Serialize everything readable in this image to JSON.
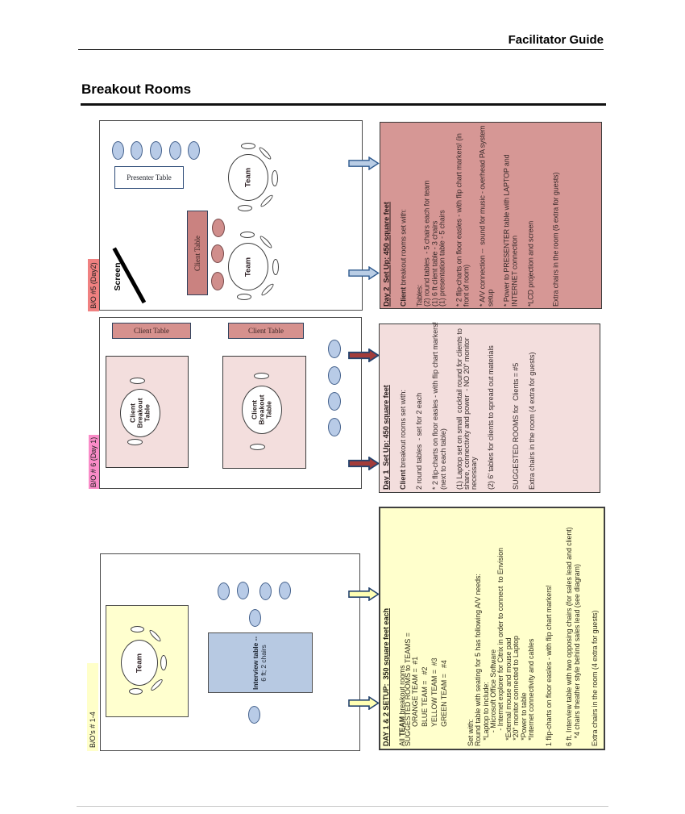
{
  "header": {
    "title": "Facilitator Guide"
  },
  "page_title": "Breakout Rooms",
  "room_day2": {
    "label": "B/O #5 (Day2)",
    "presenter_table": "Presenter Table",
    "team_top": "Team",
    "team_bottom": "Team",
    "client_table": "Client Table",
    "screen": "Screen"
  },
  "room_day1": {
    "label": "B/O # 6 (Day 1)",
    "client_table_left": "Client Table",
    "client_table_right": "Client Table",
    "breakout_table_left": "Client\nBreakout\nTable",
    "breakout_table_right": "Client\nBreakout\nTable"
  },
  "room_teams": {
    "label": "B/O's # 1-4",
    "team": "Team",
    "interview_title": "Interview table --",
    "interview_sub": "6 ft; 2 chairs"
  },
  "colors": {
    "panel_day2_bg": "#d69795",
    "panel_day1_bg": "#f3dedd",
    "panel_team_bg": "#ffffcc",
    "label_day2_bg": "#f08181",
    "label_day1_bg": "#fa8cc8",
    "label_team_bg": "#ffffc9",
    "arrow_blue": "#b9cde5",
    "arrow_red": "#a33c3a",
    "arrow_yellow": "#ffffb3"
  },
  "panels": [
    {
      "name": "day2-setup",
      "lines": [
        {
          "h": 10,
          "segs": [
            {
              "t": "Day 2  Set Up: 450 square feet",
              "b": 1,
              "u": 1
            }
          ]
        },
        {
          "h": 11,
          "segs": []
        },
        {
          "segs": [
            {
              "t": "Client",
              "b": 1
            },
            {
              "t": " breakout rooms set with:"
            }
          ]
        },
        {
          "h": 11,
          "segs": []
        },
        {
          "segs": [
            {
              "t": "Tables:"
            }
          ]
        },
        {
          "segs": [
            {
              "t": "(2) round tables  - 5 chairs each for team"
            }
          ]
        },
        {
          "segs": [
            {
              "t": "(1) 6 ft client table - 3 chairs"
            }
          ]
        },
        {
          "segs": [
            {
              "t": "(1) presentation table - 5 chairs"
            }
          ]
        },
        {
          "h": 11,
          "segs": []
        },
        {
          "segs": [
            {
              "t": "* 2 flip-charts on floor easles - with flip chart markers! (in"
            }
          ]
        },
        {
          "segs": [
            {
              "t": "front of room)"
            }
          ]
        },
        {
          "h": 11,
          "segs": []
        },
        {
          "segs": [
            {
              "t": "* A/V connection --  sound for music - overhead PA system"
            }
          ]
        },
        {
          "segs": [
            {
              "t": "setup"
            }
          ]
        },
        {
          "h": 11,
          "segs": []
        },
        {
          "segs": [
            {
              "t": "* Power to PRESENTER table with LAPTOP and"
            }
          ]
        },
        {
          "segs": [
            {
              "t": "INTERNET connection"
            }
          ]
        },
        {
          "h": 11,
          "segs": []
        },
        {
          "segs": [
            {
              "t": "*LCD projection and screen"
            }
          ]
        },
        {
          "h": 11,
          "segs": []
        },
        {
          "h": 11,
          "segs": []
        },
        {
          "segs": [
            {
              "t": "Extra chairs in the room (6 extra for guests)"
            }
          ]
        }
      ]
    },
    {
      "name": "day1-setup",
      "lines": [
        {
          "h": 10,
          "segs": [
            {
              "t": "Day 1  Set Up: 450 square feet",
              "b": 1,
              "u": 1
            }
          ]
        },
        {
          "h": 11,
          "segs": []
        },
        {
          "segs": [
            {
              "t": "Client",
              "b": 1
            },
            {
              "t": " breakout rooms set with:"
            }
          ]
        },
        {
          "h": 11,
          "segs": []
        },
        {
          "segs": [
            {
              "t": "2 round tables  - set for 2 each"
            }
          ]
        },
        {
          "h": 11,
          "segs": []
        },
        {
          "segs": [
            {
              "t": "* 2 flip-charts on floor easles - with flip chart markers!"
            }
          ]
        },
        {
          "segs": [
            {
              "t": "(next to each table)"
            }
          ]
        },
        {
          "h": 11,
          "segs": []
        },
        {
          "segs": [
            {
              "t": "(1) Laptop set on small  cocktail round for clients to"
            }
          ]
        },
        {
          "segs": [
            {
              "t": "share, connectivity and power  - NO 20” monitor"
            }
          ]
        },
        {
          "segs": [
            {
              "t": "necessary"
            }
          ]
        },
        {
          "h": 11,
          "segs": []
        },
        {
          "segs": [
            {
              "t": "(2) 6’ tables for clients to spread out materials"
            }
          ]
        },
        {
          "h": 11,
          "segs": []
        },
        {
          "h": 11,
          "segs": []
        },
        {
          "segs": [
            {
              "t": "SUGGESTED ROOMS for  Clients = #5"
            }
          ]
        },
        {
          "h": 11,
          "segs": []
        },
        {
          "segs": [
            {
              "t": "Extra chairs in the room (4 extra for guests)"
            }
          ]
        }
      ]
    },
    {
      "name": "team-setup",
      "lines": [
        {
          "h": 10,
          "segs": [
            {
              "t": "DAY 1 & 2 SETUP:  350 square feet each",
              "b": 1,
              "u": 1
            }
          ]
        },
        {
          "h": 11.1,
          "segs": []
        },
        {
          "segs": [
            {
              "t": "All "
            },
            {
              "t": "TEAM",
              "b": 1
            },
            {
              "t": " breakout rooms"
            }
          ],
          "h": 7
        },
        {
          "segs": [
            {
              "t": "SUGGESTED ROOMS to TEAMS ="
            }
          ],
          "h": 7
        },
        {
          "h": 12,
          "segs": [
            {
              "t": "          ORANGE TEAM =  #1"
            }
          ]
        },
        {
          "h": 12,
          "segs": [
            {
              "t": "          BLUE TEAM =   #2"
            }
          ]
        },
        {
          "h": 12,
          "segs": [
            {
              "t": "          YELLOW TEAM =  #3"
            }
          ]
        },
        {
          "h": 12,
          "segs": [
            {
              "t": "          GREEN TEAM =   #4"
            }
          ]
        },
        {
          "h": 22,
          "segs": []
        },
        {
          "segs": [
            {
              "t": "Set with:"
            }
          ]
        },
        {
          "segs": [
            {
              "t": "Round table with seating for 5 has following A/V needs:"
            }
          ]
        },
        {
          "segs": [
            {
              "t": "   *Laptop to include:"
            }
          ]
        },
        {
          "segs": [
            {
              "t": "       - Microsoft Office Software"
            }
          ]
        },
        {
          "segs": [
            {
              "t": "        - Internet explorer for Citrix in order to connect  to Envision"
            }
          ]
        },
        {
          "segs": [
            {
              "t": "   *External mouse and mouse pad"
            }
          ]
        },
        {
          "segs": [
            {
              "t": "   *20” monitor connected to Laptop"
            }
          ]
        },
        {
          "segs": [
            {
              "t": "   *Power to table"
            }
          ]
        },
        {
          "segs": [
            {
              "t": "   *Internet connectivity and cables"
            }
          ]
        },
        {
          "h": 12.6,
          "segs": []
        },
        {
          "segs": [
            {
              "t": "1 flip-charts on floor easles - with flip chart markers!"
            }
          ]
        },
        {
          "h": 16,
          "segs": []
        },
        {
          "segs": [
            {
              "t": "6 ft. Interview table with two opposing chairs (for sales lead and client)"
            }
          ]
        },
        {
          "segs": [
            {
              "t": "    *4 chairs theather style behind sales lead (see diagram)"
            }
          ]
        },
        {
          "h": 12.7,
          "segs": []
        },
        {
          "segs": [
            {
              "t": "Extra chairs in the room (4 extra for guests)"
            }
          ]
        }
      ]
    }
  ]
}
